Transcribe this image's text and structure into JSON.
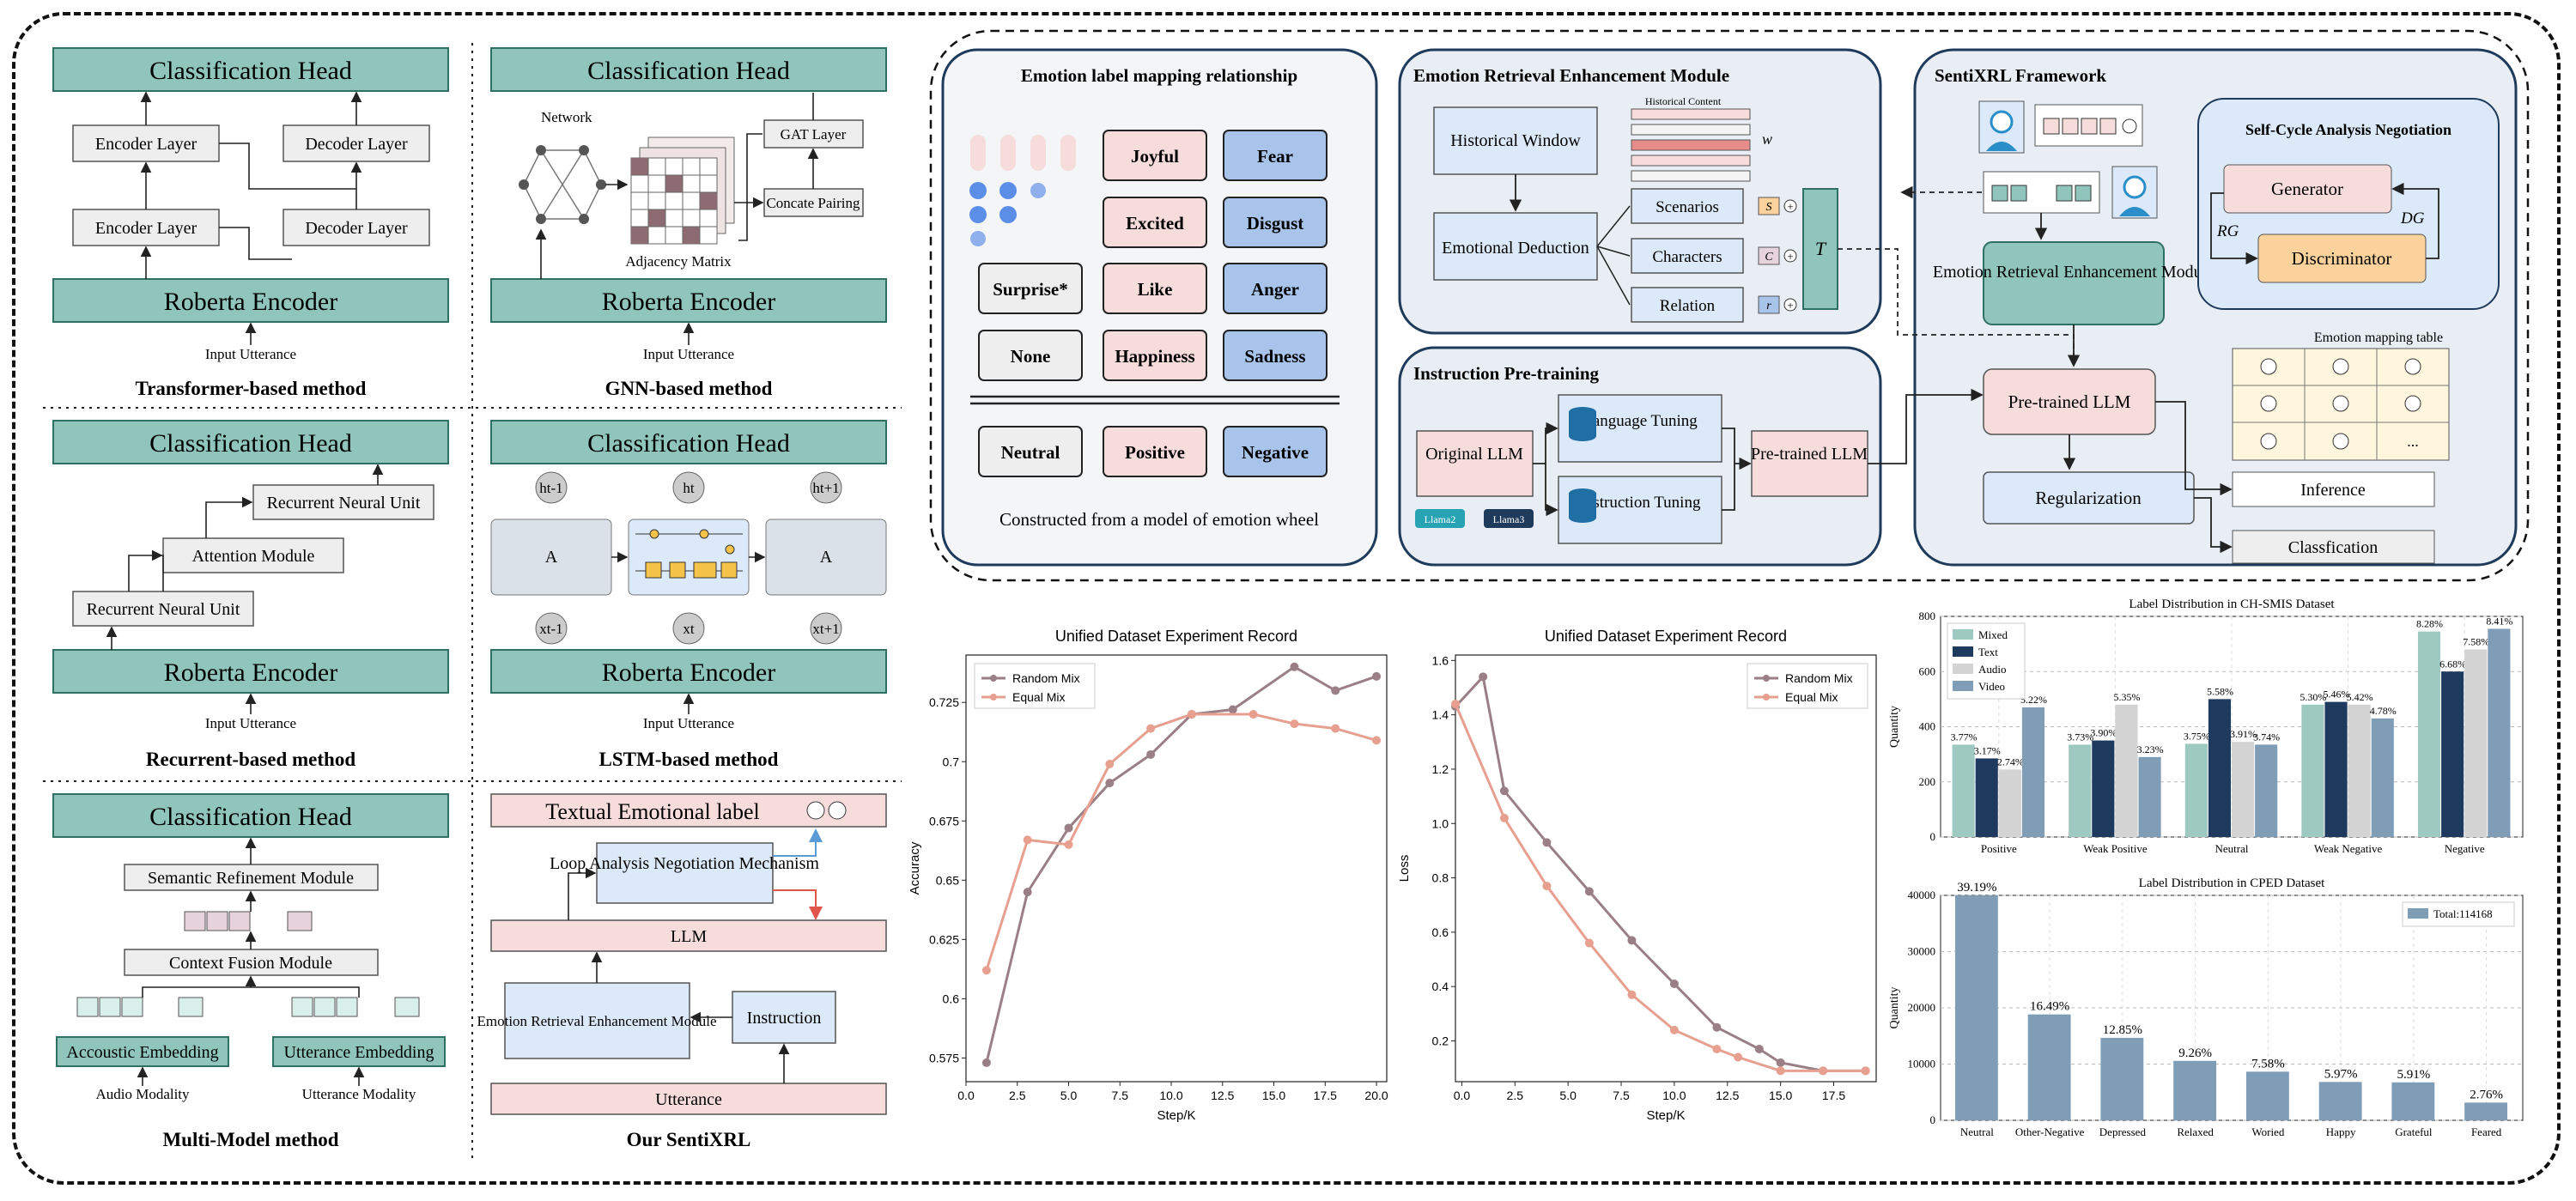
{
  "colors": {
    "teal": "#8fc5ba",
    "teal_dark": "#2f6f64",
    "pink": "#f7dcdc",
    "blue": "#a8c4ea",
    "light_blue": "#dce9f8",
    "navy": "#1f3b5c",
    "orange": "#fbd19c",
    "grey": "#eeeeee"
  },
  "left_panels": {
    "transformer": {
      "head": "Classification Head",
      "enc1": "Encoder Layer",
      "enc2": "Encoder Layer",
      "dec1": "Decoder Layer",
      "dec2": "Decoder Layer",
      "base": "Roberta Encoder",
      "input": "Input Utterance",
      "caption": "Transformer-based method"
    },
    "gnn": {
      "head": "Classification Head",
      "network": "Network",
      "adjacency": "Adjacency Matrix",
      "gat": "GAT Layer",
      "concate": "Concate Pairing",
      "base": "Roberta Encoder",
      "input": "Input Utterance",
      "caption": "GNN-based method"
    },
    "recurrent": {
      "head": "Classification Head",
      "rnu_top": "Recurrent Neural Unit",
      "attn": "Attention Module",
      "rnu_bot": "Recurrent Neural Unit",
      "base": "Roberta Encoder",
      "input": "Input Utterance",
      "caption": "Recurrent-based method"
    },
    "lstm": {
      "head": "Classification Head",
      "a_left": "A",
      "a_right": "A",
      "h1": "ht-1",
      "h2": "ht",
      "h3": "ht+1",
      "x1": "xt-1",
      "x2": "xt",
      "x3": "xt+1",
      "base": "Roberta Encoder",
      "input": "Input Utterance",
      "caption": "LSTM-based method"
    },
    "multimodel": {
      "head": "Classification Head",
      "srm": "Semantic Refinement Module",
      "cfm": "Context Fusion Module",
      "acoustic": "Accoustic Embedding",
      "utterance": "Utterance Embedding",
      "audio_mod": "Audio Modality",
      "utt_mod": "Utterance Modality",
      "caption": "Multi-Model method"
    },
    "ours": {
      "label": "Textual Emotional label",
      "loop": "Loop Analysis Negotiation Mechanism",
      "llm": "LLM",
      "erem": "Emotion Retrieval Enhancement Module",
      "instruction": "Instruction",
      "utterance": "Utterance",
      "caption": "Our SentiXRL"
    }
  },
  "mapping": {
    "title": "Emotion label mapping relationship",
    "labels": [
      "Joyful",
      "Fear",
      "Excited",
      "Disgust",
      "Surprise*",
      "Like",
      "Anger",
      "None",
      "Happiness",
      "Sadness"
    ],
    "bottom": [
      "Neutral",
      "Positive",
      "Negative"
    ],
    "caption": "Constructed from a model of emotion wheel"
  },
  "erem": {
    "title": "Emotion Retrieval Enhancement Module",
    "hist": "Historical Window",
    "hist_content": "Historical Content",
    "w": "w",
    "deduction": "Emotional Deduction",
    "items": [
      "Scenarios",
      "Characters",
      "Relation"
    ],
    "syms": [
      "S",
      "C",
      "r"
    ],
    "t": "T"
  },
  "ipt": {
    "title": "Instruction Pre-training",
    "orig": "Original LLM",
    "lang": "Language Tuning",
    "inst": "Instruction Tuning",
    "pre": "Pre-trained LLM",
    "badges": [
      "Llama2",
      "Llama3"
    ]
  },
  "frame": {
    "title": "SentiXRL Framework",
    "self_title": "Self-Cycle Analysis Negotiation",
    "gen": "Generator",
    "disc": "Discriminator",
    "rg": "RG",
    "dg": "DG",
    "erem": "Emotion Retrieval Enhancement Module",
    "pre": "Pre-trained LLM",
    "reg": "Regularization",
    "table_title": "Emotion mapping table",
    "dots": "...",
    "inference": "Inference",
    "class": "Classfication"
  },
  "chart_data": [
    {
      "type": "line",
      "title": "Unified Dataset Experiment Record",
      "xlabel": "Step/K",
      "ylabel": "Accuracy",
      "xlim": [
        0,
        20.5
      ],
      "ylim": [
        0.565,
        0.745
      ],
      "xticks": [
        0.0,
        2.5,
        5.0,
        7.5,
        10.0,
        12.5,
        15.0,
        17.5,
        20.0
      ],
      "yticks": [
        0.575,
        0.6,
        0.625,
        0.65,
        0.675,
        0.7,
        0.725
      ],
      "legend": "top-left",
      "series": [
        {
          "name": "Random Mix",
          "color": "#9a7f86",
          "x": [
            1,
            3,
            5,
            7,
            9,
            11,
            13,
            16,
            18,
            20
          ],
          "y": [
            0.573,
            0.645,
            0.672,
            0.691,
            0.703,
            0.72,
            0.722,
            0.74,
            0.73,
            0.736
          ]
        },
        {
          "name": "Equal Mix",
          "color": "#e7a090",
          "x": [
            1,
            3,
            5,
            7,
            9,
            11,
            14,
            16,
            18,
            20
          ],
          "y": [
            0.612,
            0.667,
            0.665,
            0.699,
            0.714,
            0.72,
            0.72,
            0.716,
            0.714,
            0.709
          ]
        }
      ]
    },
    {
      "type": "line",
      "title": "Unified Dataset Experiment Record",
      "xlabel": "Step/K",
      "ylabel": "Loss",
      "xlim": [
        -0.3,
        19.5
      ],
      "ylim": [
        0.05,
        1.62
      ],
      "xticks": [
        0.0,
        2.5,
        5.0,
        7.5,
        10.0,
        12.5,
        15.0,
        17.5
      ],
      "yticks": [
        0.2,
        0.4,
        0.6,
        0.8,
        1.0,
        1.2,
        1.4,
        1.6
      ],
      "legend": "top-right",
      "series": [
        {
          "name": "Random Mix",
          "color": "#9a7f86",
          "x": [
            -0.3,
            1,
            2,
            4,
            6,
            8,
            10,
            12,
            14,
            15,
            17,
            19
          ],
          "y": [
            1.43,
            1.54,
            1.12,
            0.93,
            0.75,
            0.57,
            0.41,
            0.25,
            0.17,
            0.12,
            0.09,
            0.09
          ]
        },
        {
          "name": "Equal Mix",
          "color": "#e7a090",
          "x": [
            -0.3,
            2,
            4,
            6,
            8,
            10,
            12,
            13,
            15,
            17,
            19
          ],
          "y": [
            1.44,
            1.02,
            0.77,
            0.56,
            0.37,
            0.24,
            0.17,
            0.14,
            0.09,
            0.09,
            0.09
          ]
        }
      ]
    },
    {
      "type": "bar",
      "title": "Label Distribution in CH-SMIS Dataset",
      "xlabel": "",
      "ylabel": "Quantity",
      "ylim": [
        0,
        800
      ],
      "yticks": [
        0,
        200,
        400,
        600,
        800
      ],
      "legend": "top-left",
      "categories": [
        "Positive",
        "Weak Positive",
        "Neutral",
        "Weak Negative",
        "Negative"
      ],
      "series": [
        {
          "name": "Mixed",
          "color": "#9ec9c0",
          "values": [
            335,
            335,
            338,
            480,
            745
          ],
          "labels": [
            "3.77%",
            "3.73%",
            "3.75%",
            "5.30%",
            "8.28%"
          ]
        },
        {
          "name": "Text",
          "color": "#1f3a5f",
          "values": [
            285,
            350,
            500,
            490,
            600
          ],
          "labels": [
            "3.17%",
            "3.90%",
            "5.58%",
            "5.46%",
            "6.68%"
          ]
        },
        {
          "name": "Audio",
          "color": "#d3d3d3",
          "values": [
            245,
            480,
            345,
            480,
            680
          ],
          "labels": [
            "2.74%",
            "5.35%",
            "3.91%",
            "5.42%",
            "7.58%"
          ]
        },
        {
          "name": "Video",
          "color": "#7f9db7",
          "values": [
            470,
            290,
            335,
            430,
            755
          ],
          "labels": [
            "5.22%",
            "3.23%",
            "3.74%",
            "4.78%",
            "8.41%"
          ]
        }
      ]
    },
    {
      "type": "bar",
      "title": "Label Distribution in CPED  Dataset",
      "xlabel": "",
      "ylabel": "Quantity",
      "ylim": [
        0,
        40000
      ],
      "yticks": [
        0,
        10000,
        20000,
        30000,
        40000
      ],
      "legend": "top-right",
      "categories": [
        "Neutral",
        "Other-Negative",
        "Depressed",
        "Relaxed",
        "Woried",
        "Happy",
        "Grateful",
        "Feared"
      ],
      "series": [
        {
          "name": "Total:114168",
          "color": "#7f9db7",
          "values": [
            44740,
            18830,
            14670,
            10570,
            8650,
            6820,
            6750,
            3150
          ],
          "labels": [
            "39.19%",
            "16.49%",
            "12.85%",
            "9.26%",
            "7.58%",
            "5.97%",
            "5.91%",
            "2.76%"
          ]
        }
      ]
    }
  ]
}
